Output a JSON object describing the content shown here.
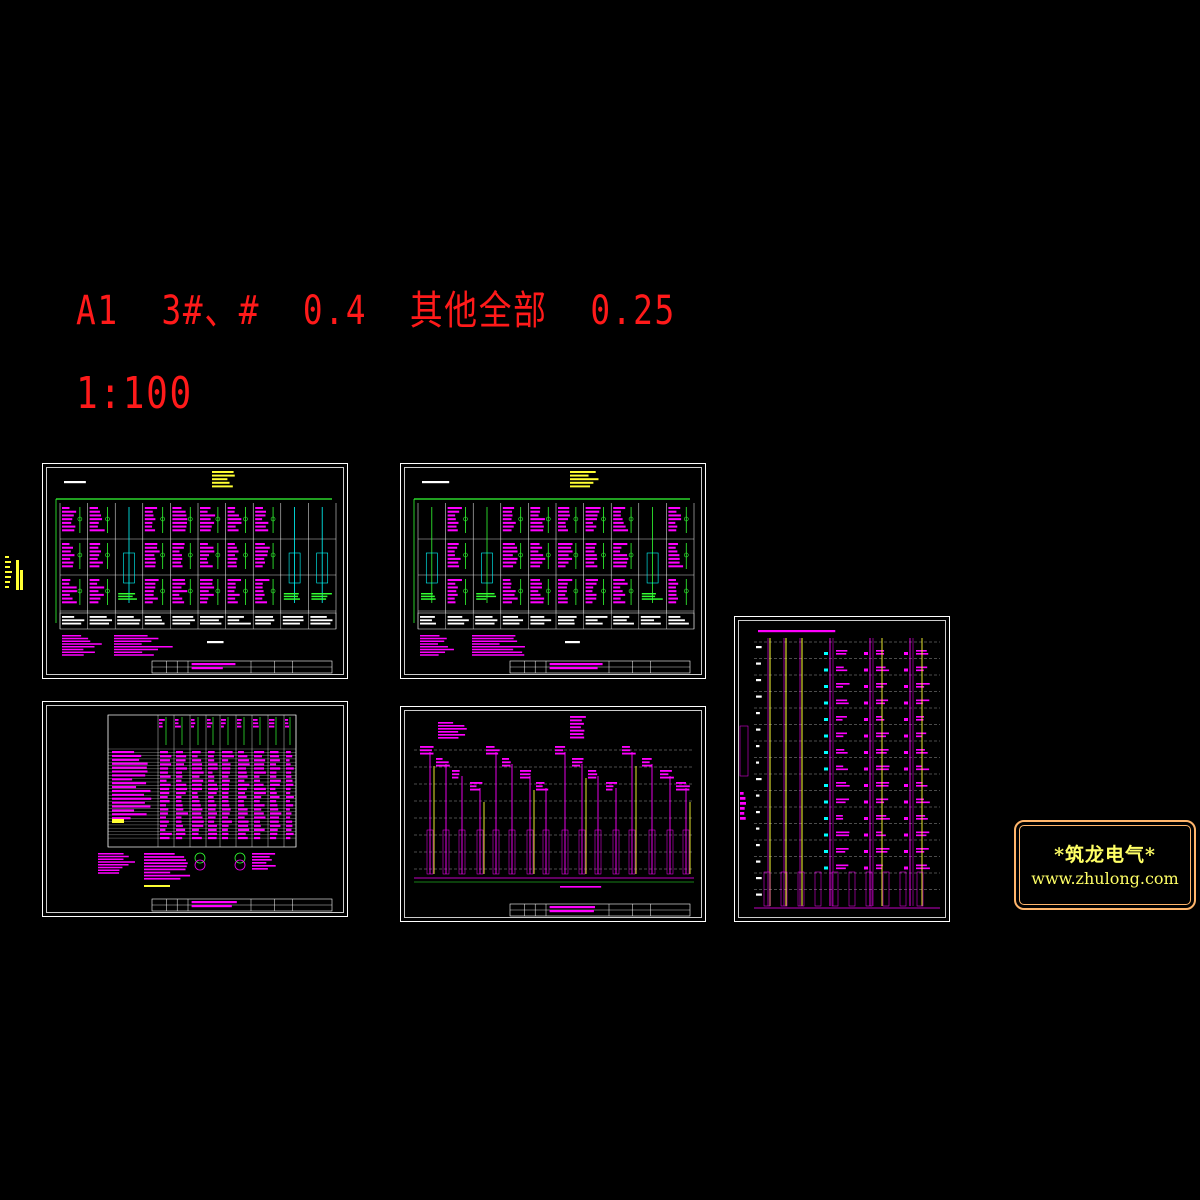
{
  "notes": {
    "line1": "A1  3#、#  0.4  其他全部  0.25",
    "line2": "1:100"
  },
  "logo": {
    "title": "*筑龙电气*",
    "url": "www.zhulong.com"
  },
  "colors": {
    "background": "#000000",
    "frame": "#ffffff",
    "annotation_text": "#ff1a1a",
    "wiring_green": "#33ff33",
    "label_magenta": "#ff00ff",
    "riser_yellow": "#ffff33",
    "cyan": "#00ffff",
    "logo_border": "#ffb56b",
    "logo_text": "#ffff66"
  },
  "sheets": [
    {
      "id": "distribution-system-1",
      "kind": "schematic"
    },
    {
      "id": "distribution-system-2",
      "kind": "schematic"
    },
    {
      "id": "equipment-table",
      "kind": "table"
    },
    {
      "id": "riser-diagram-1",
      "kind": "riser"
    },
    {
      "id": "riser-diagram-2",
      "kind": "riser-tall"
    }
  ]
}
